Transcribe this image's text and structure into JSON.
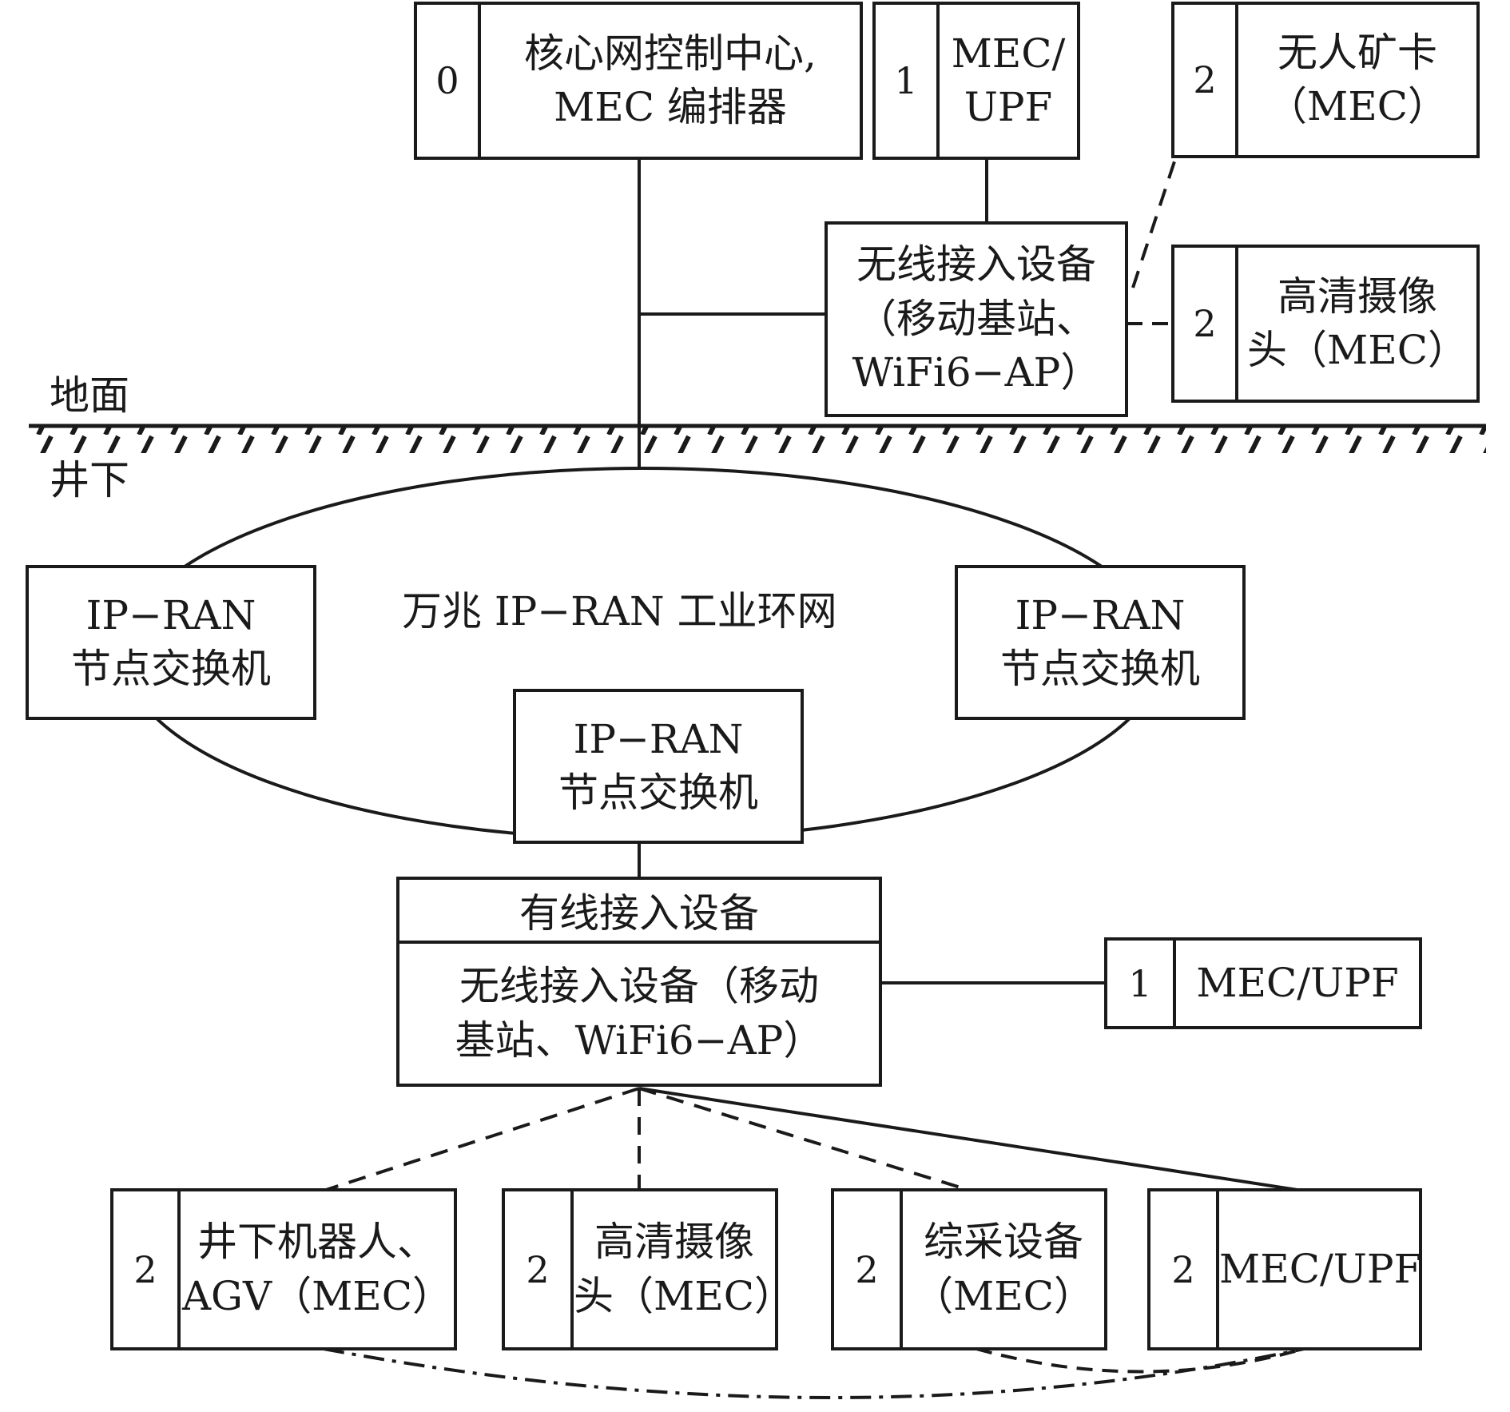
{
  "labels": {
    "ground": "地面",
    "underground": "井下",
    "ring": "万兆 IP−RAN 工业环网"
  },
  "surface": {
    "core": {
      "num": "0",
      "text": "核心网控制中心,\nMEC 编排器"
    },
    "mec_upf": {
      "num": "1",
      "text": "MEC/\nUPF"
    },
    "truck": {
      "num": "2",
      "text": "无人矿卡\n（MEC）"
    },
    "wireless": {
      "text": "无线接入设备\n（移动基站、\nWiFi6−AP）"
    },
    "camera": {
      "num": "2",
      "text": "高清摄像\n头（MEC）"
    }
  },
  "ring_nodes": {
    "left": {
      "text": "IP−RAN\n节点交换机"
    },
    "right": {
      "text": "IP−RAN\n节点交换机"
    },
    "bottom": {
      "text": "IP−RAN\n节点交换机"
    }
  },
  "access": {
    "wired": "有线接入设备",
    "wireless": "无线接入设备（移动\n基站、WiFi6−AP）"
  },
  "underground_mec_upf": {
    "num": "1",
    "text": "MEC/UPF"
  },
  "terminals": [
    {
      "num": "2",
      "text": "井下机器人、\nAGV（MEC）"
    },
    {
      "num": "2",
      "text": "高清摄像\n头（MEC）"
    },
    {
      "num": "2",
      "text": "综采设备\n（MEC）"
    },
    {
      "num": "2",
      "text": "MEC/UPF"
    }
  ]
}
